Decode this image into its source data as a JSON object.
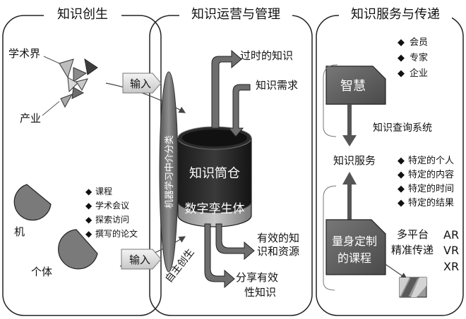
{
  "sections": {
    "creation": "知识创生",
    "operations": "知识运营与管理",
    "service": "知识服务与传递"
  },
  "creation": {
    "academia": "学术界",
    "industry": "产业",
    "machine": "机",
    "individual": "个体",
    "input_top": "输入",
    "input_bottom": "输入",
    "outputs": [
      "课程",
      "学术会议",
      "探索访问",
      "撰写的论文"
    ]
  },
  "operations": {
    "ml_classification": "机器学习中介分类",
    "silo": "知识筒仓",
    "twin": "数字孪生体",
    "self_generated": "自主创生",
    "obsolete": "过时的知识",
    "demand": "知识需求",
    "effective_line1": "有效的知",
    "effective_line2": "识和资源",
    "share_line1": "分享有效",
    "share_line2": "性知识"
  },
  "service": {
    "wisdom": "智慧",
    "wisdom_users": [
      "会员",
      "专家",
      "企业"
    ],
    "query_system": "知识查询系统",
    "knowledge_service": "知识服务",
    "targets": [
      "特定的个人",
      "特定的内容",
      "特定的时间",
      "特定的结果"
    ],
    "custom_line1": "量身定制",
    "custom_line2": "的课程",
    "multi_platform": "多平台",
    "precise": "精准传递",
    "tech": [
      "AR",
      "VR",
      "XR"
    ]
  }
}
